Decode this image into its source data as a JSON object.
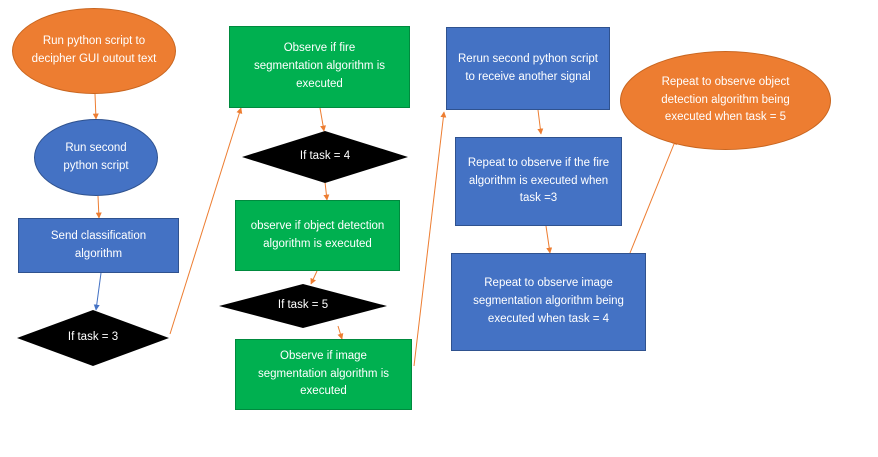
{
  "nodes": {
    "run_python": "Run python script to decipher GUI outout text",
    "run_second": "Run second python script",
    "send_classification": "Send classification algorithm",
    "if_task_3": "If task = 3",
    "observe_fire": "Observe if fire segmentation algorithm is executed",
    "if_task_4": "If task = 4",
    "observe_object": "observe if object detection algorithm is executed",
    "if_task_5": "If task = 5",
    "observe_image": "Observe if image segmentation algorithm is executed",
    "rerun_second": "Rerun second python script to receive another signal",
    "repeat_fire": "Repeat to observe if the fire algorithm is executed when task =3",
    "repeat_image": "Repeat to observe image segmentation algorithm being executed when task = 4",
    "repeat_object": "Repeat to observe object detection algorithm being executed when task = 5"
  },
  "colors": {
    "orange": "#ed7d31",
    "blue": "#4472c4",
    "green": "#00b050",
    "diamond": "#000000",
    "connector_orange": "#ed7d31",
    "connector_blue": "#4472c4"
  }
}
